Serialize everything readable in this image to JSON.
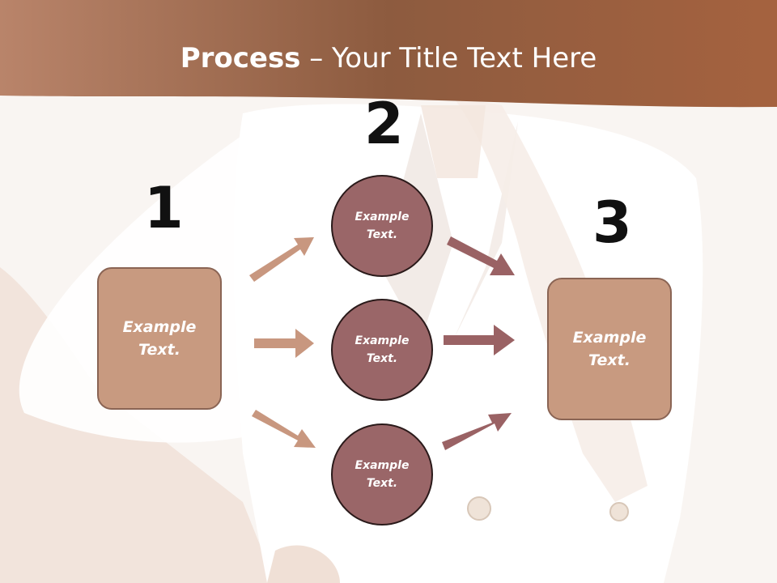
{
  "title": {
    "bold": "Process",
    "rest": " – Your Title Text Here"
  },
  "steps": [
    {
      "number": "1",
      "text_line1": "Example",
      "text_line2": "Text."
    },
    {
      "number": "2"
    },
    {
      "number": "3",
      "text_line1": "Example",
      "text_line2": "Text."
    }
  ],
  "circles": [
    {
      "text_line1": "Example",
      "text_line2": "Text."
    },
    {
      "text_line1": "Example",
      "text_line2": "Text."
    },
    {
      "text_line1": "Example",
      "text_line2": "Text."
    }
  ],
  "colors": {
    "header_band": "#9a5f3c",
    "box_fill": "#c89a80",
    "circle_fill": "#9a6668",
    "arrow_left": "#c8977f",
    "arrow_right": "#9a6264"
  }
}
